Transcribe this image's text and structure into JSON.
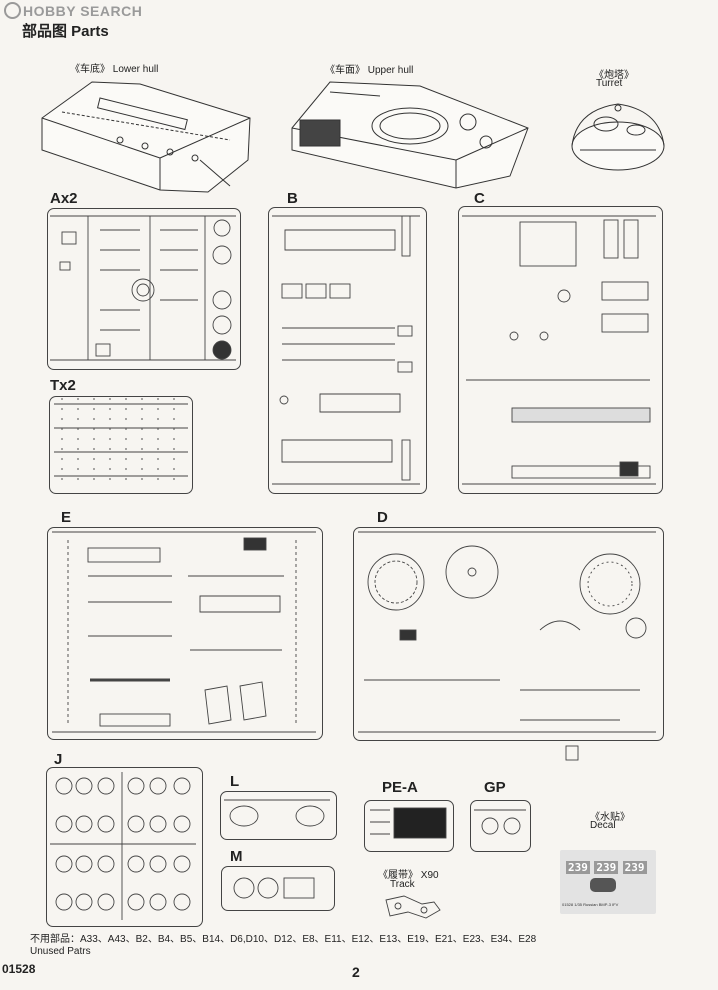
{
  "watermark": "HOBBY SEARCH",
  "page_title": "部品图  Parts",
  "hull": {
    "lower": "《车底》 Lower hull",
    "upper": "《车面》 Upper hull",
    "turret_cn": "《炮塔》",
    "turret_en": "Turret"
  },
  "sprues": {
    "a": "Ax2",
    "t": "Tx2",
    "b": "B",
    "c": "C",
    "e": "E",
    "d": "D",
    "j": "J",
    "l": "L",
    "m": "M",
    "pea": "PE-A",
    "gp": "GP"
  },
  "decal": {
    "cn": "《水贴》",
    "en": "Decal",
    "numbers": [
      "239",
      "239",
      "239"
    ],
    "caption": "01528 1/35 Russian BMP-3 IFV"
  },
  "track": {
    "cn_label": "《履带》 X90",
    "en_label": "Track"
  },
  "unused_parts": {
    "cn": "不用部品：",
    "list": "A33、A43、B2、B4、B5、B14、D6,D10、D12、E8、E11、E12、E13、E19、E21、E23、E34、E28",
    "en": "Unused Patrs"
  },
  "footer": {
    "code": "01528",
    "page": "2"
  }
}
